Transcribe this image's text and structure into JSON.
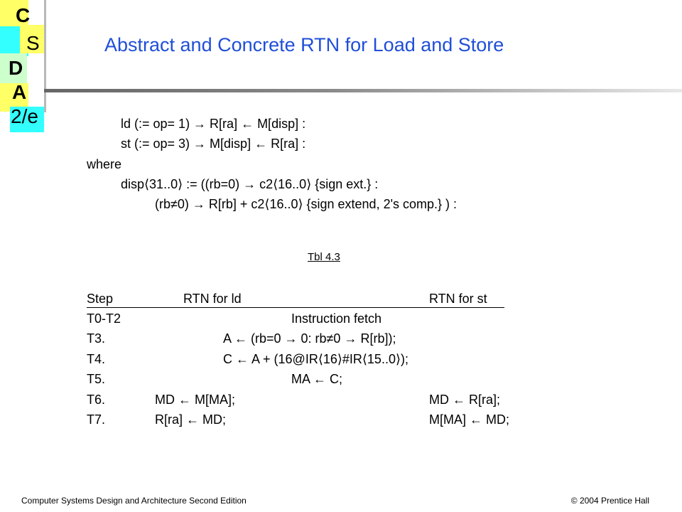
{
  "logo": {
    "letters": [
      "C",
      "S",
      "D",
      "A",
      "2/e"
    ],
    "colors": {
      "yellow": "#ffff66",
      "cyan": "#33ffff",
      "green": "#ccffcc"
    }
  },
  "title": "Abstract and Concrete RTN for Load and Store",
  "rtn_lines": [
    "ld (:= op= 1) → R[ra] ← M[disp] :",
    "st (:= op= 3) → M[disp] ← R[ra] :",
    "where",
    "disp⟨31..0⟩ := ((rb=0) → c2⟨16..0⟩ {sign ext.} :",
    "(rb≠0) → R[rb] + c2⟨16..0⟩ {sign extend, 2's comp.} ) :"
  ],
  "table": {
    "caption": "Tbl 4.3",
    "headers": [
      "Step",
      "RTN for ld",
      "RTN for st"
    ],
    "rows": [
      {
        "step": "T0-T2",
        "shared": "Instruction fetch"
      },
      {
        "step": "T3.",
        "shared": "A ← (rb=0 → 0: rb≠0 → R[rb]);"
      },
      {
        "step": "T4.",
        "shared": "C ← A + (16@IR⟨16⟩#IR⟨15..0⟩);"
      },
      {
        "step": "T5.",
        "shared": "MA ← C;"
      },
      {
        "step": "T6.",
        "ld": "MD ← M[MA];",
        "st": "MD ← R[ra];"
      },
      {
        "step": "T7.",
        "ld": "R[ra] ← MD;",
        "st": "M[MA] ← MD;"
      }
    ]
  },
  "footer": {
    "left": "Computer Systems Design and Architecture Second Edition",
    "right": "© 2004 Prentice Hall"
  }
}
